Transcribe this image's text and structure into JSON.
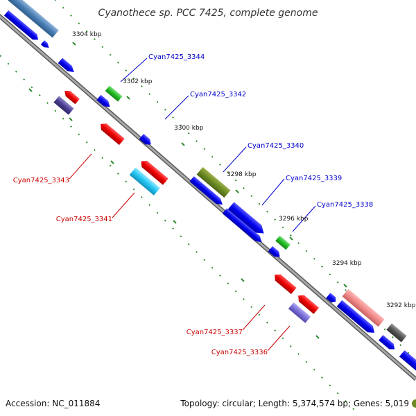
{
  "title": "Cyanothece sp. PCC 7425, complete genome",
  "accession": "Accession: NC_011884",
  "summary": "Topology: circular; Length: 5,374,574 bp; Genes: 5,019",
  "colors": {
    "backbone": "#8a8a8a",
    "tick_dots": "#2e8b2e",
    "label_forward": "#0000cc",
    "label_reverse": "#cc0000"
  },
  "ticks": [
    "3304 kbp",
    "3302 kbp",
    "3300 kbp",
    "3298 kbp",
    "3296 kbp",
    "3294 kbp",
    "3292 kbp"
  ],
  "labeled_genes": [
    {
      "name": "Cyan7425_3344",
      "strand": "forward"
    },
    {
      "name": "Cyan7425_3342",
      "strand": "forward"
    },
    {
      "name": "Cyan7425_3340",
      "strand": "forward"
    },
    {
      "name": "Cyan7425_3339",
      "strand": "forward"
    },
    {
      "name": "Cyan7425_3338",
      "strand": "forward"
    },
    {
      "name": "Cyan7425_3343",
      "strand": "reverse"
    },
    {
      "name": "Cyan7425_3341",
      "strand": "reverse"
    },
    {
      "name": "Cyan7425_3337",
      "strand": "reverse"
    },
    {
      "name": "Cyan7425_3336",
      "strand": "reverse"
    }
  ]
}
